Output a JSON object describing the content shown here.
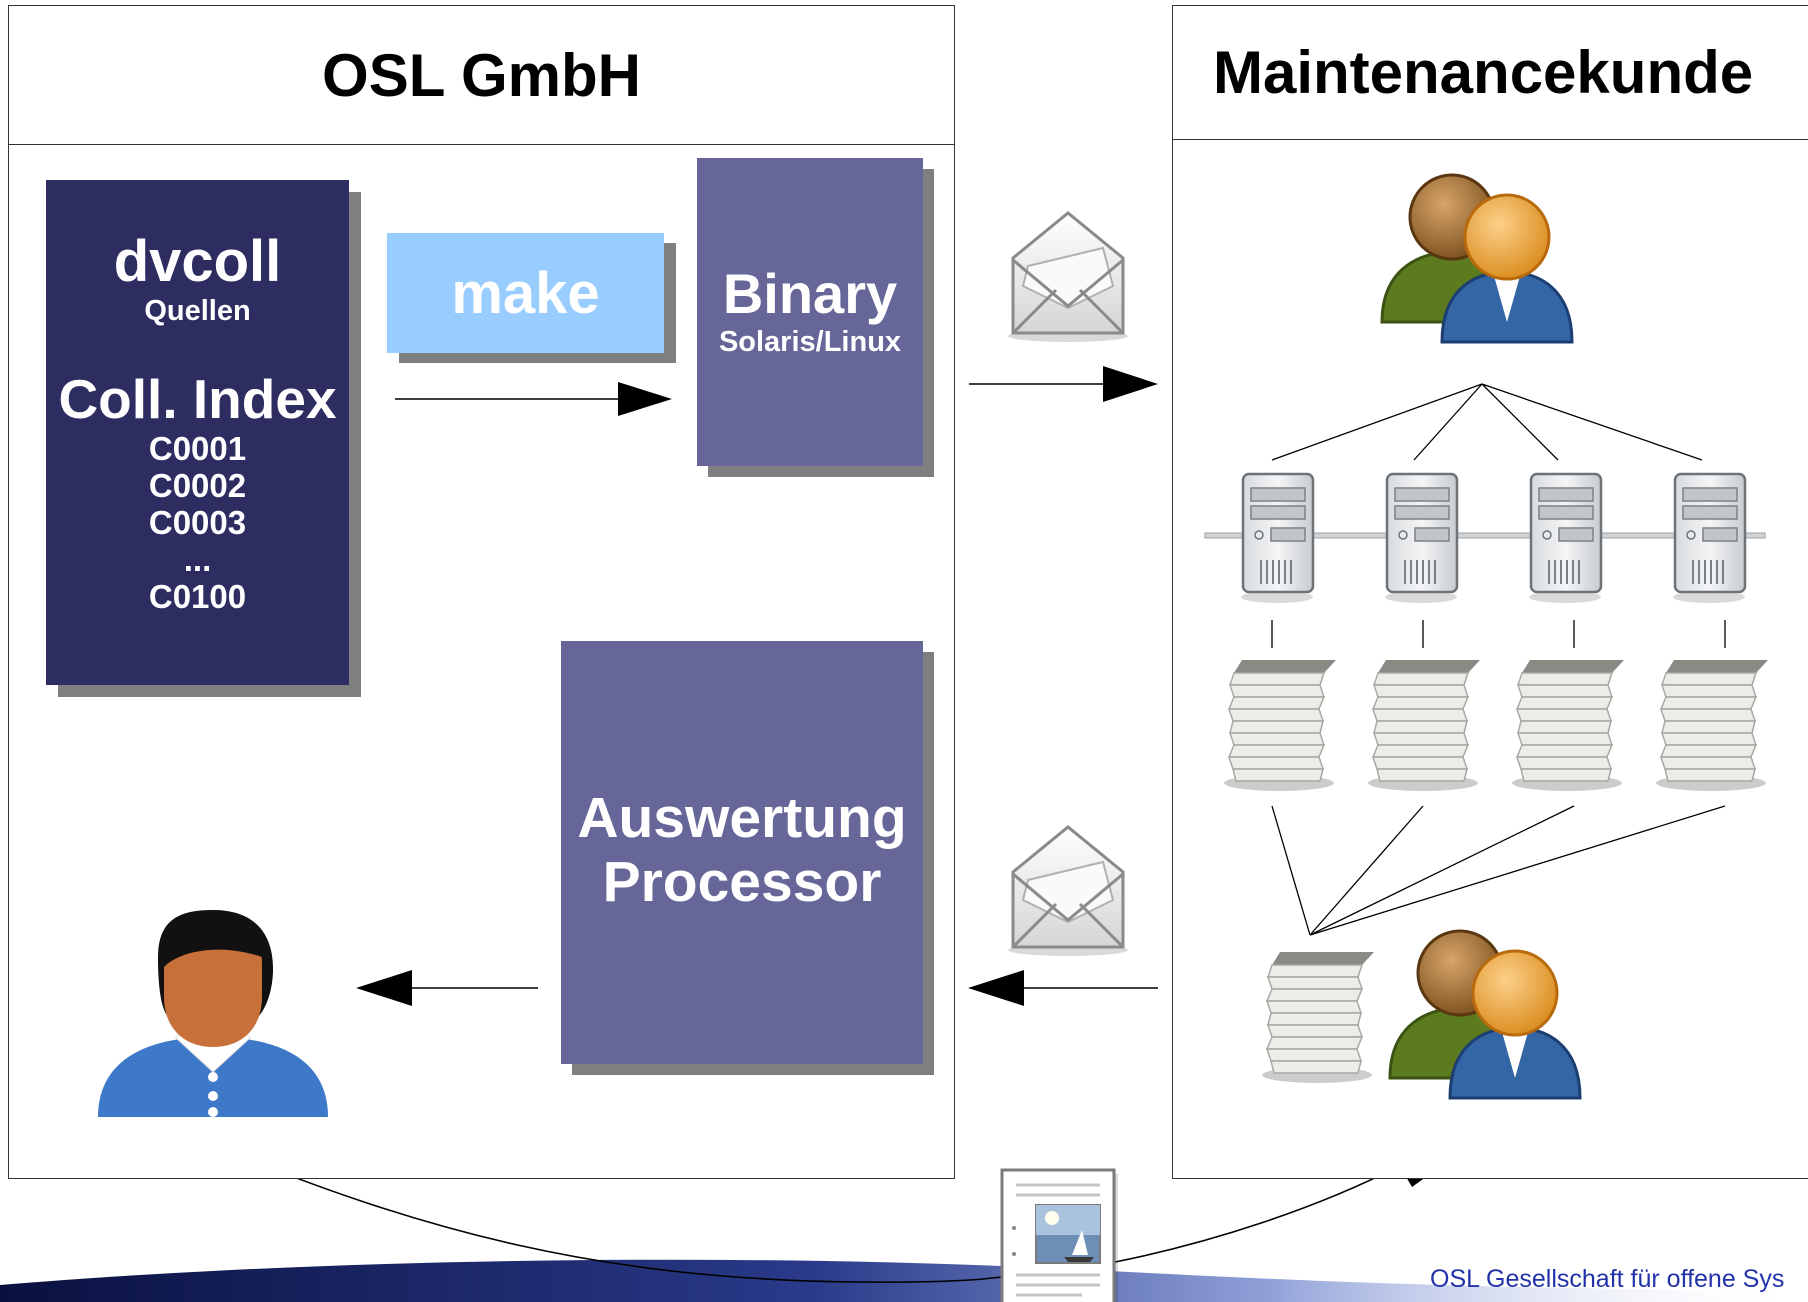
{
  "left_panel": {
    "title": "OSL GmbH"
  },
  "right_panel": {
    "title": "Maintenancekunde"
  },
  "source_box": {
    "title": "dvcoll",
    "subtitle": "Quellen",
    "index_title": "Coll. Index",
    "items": [
      "C0001",
      "C0002",
      "C0003",
      "...",
      "C0100"
    ]
  },
  "make_box": {
    "label": "make"
  },
  "binary_box": {
    "title": "Binary",
    "subtitle": "Solaris/Linux"
  },
  "processor_box": {
    "line1": "Auswertung",
    "line2": "Processor"
  },
  "footer": {
    "text": "OSL Gesellschaft für offene Sys"
  },
  "colors": {
    "dark_box": "#2e2d62",
    "mid_box": "#666699",
    "make_box": "#99ccff",
    "shadow": "#7f7f7f",
    "footer_text": "#2233aa"
  },
  "icons": [
    "mail-envelope-icon",
    "user-group-icon",
    "server-icon",
    "document-stack-icon",
    "person-icon",
    "report-document-icon"
  ]
}
